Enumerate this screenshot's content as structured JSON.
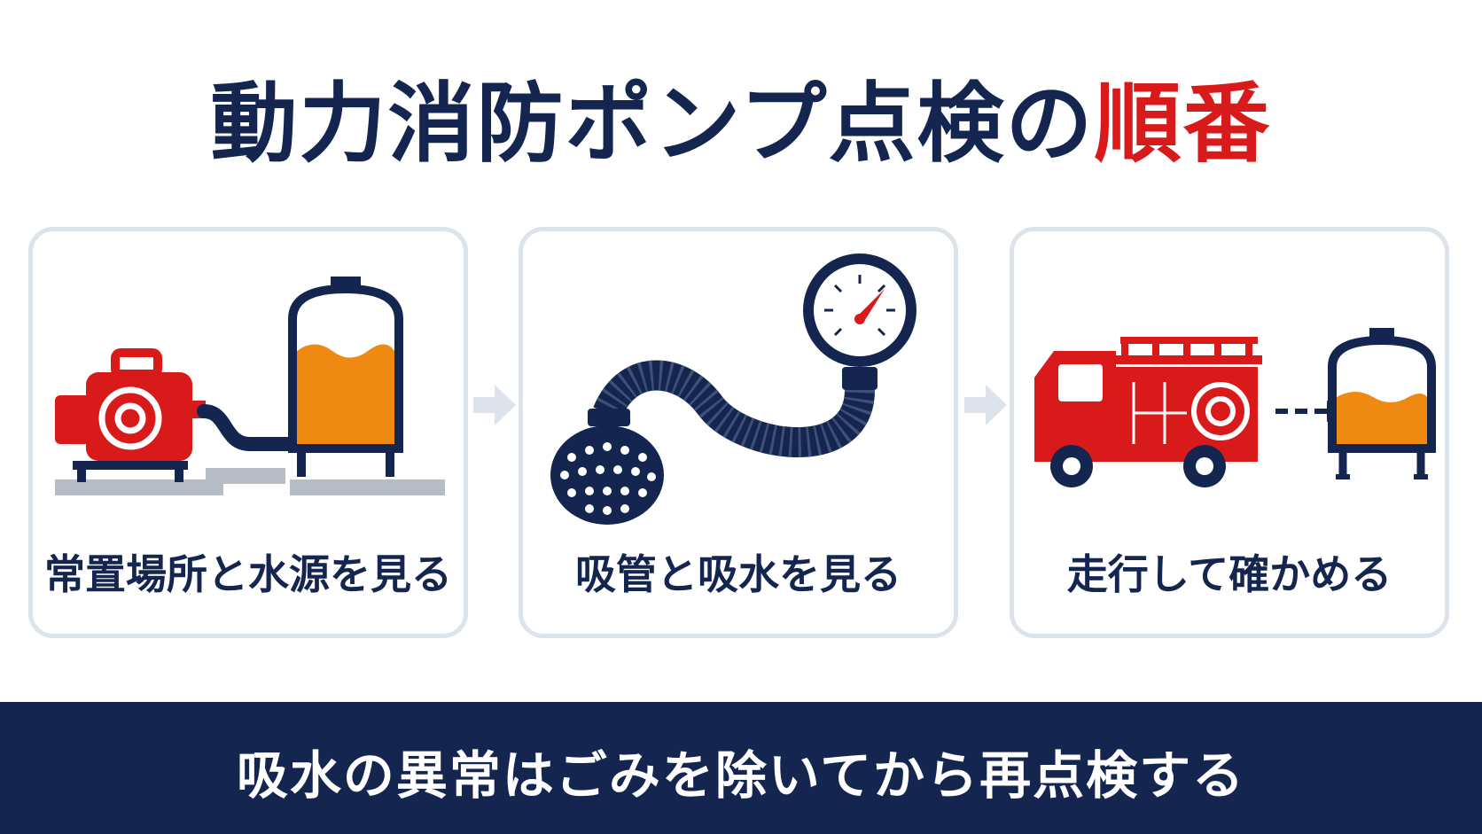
{
  "title": {
    "main": "動力消防ポンプ点検の",
    "accent": "順番"
  },
  "steps": [
    {
      "label": "常置場所と水源を見る"
    },
    {
      "label": "吸管と吸水を見る"
    },
    {
      "label": "走行して確かめる"
    }
  ],
  "footer": {
    "text": "吸水の異常はごみを除いてから再点検する"
  },
  "colors": {
    "navy": "#14254f",
    "red": "#d91a1a",
    "orange": "#ee8a12",
    "gray": "#b7bdc6",
    "border": "#dde3ea"
  },
  "icons": [
    "pump-icon",
    "water-tank-icon",
    "suction-hose-icon",
    "strainer-icon",
    "pressure-gauge-icon",
    "fire-truck-icon",
    "step-arrow-icon"
  ]
}
